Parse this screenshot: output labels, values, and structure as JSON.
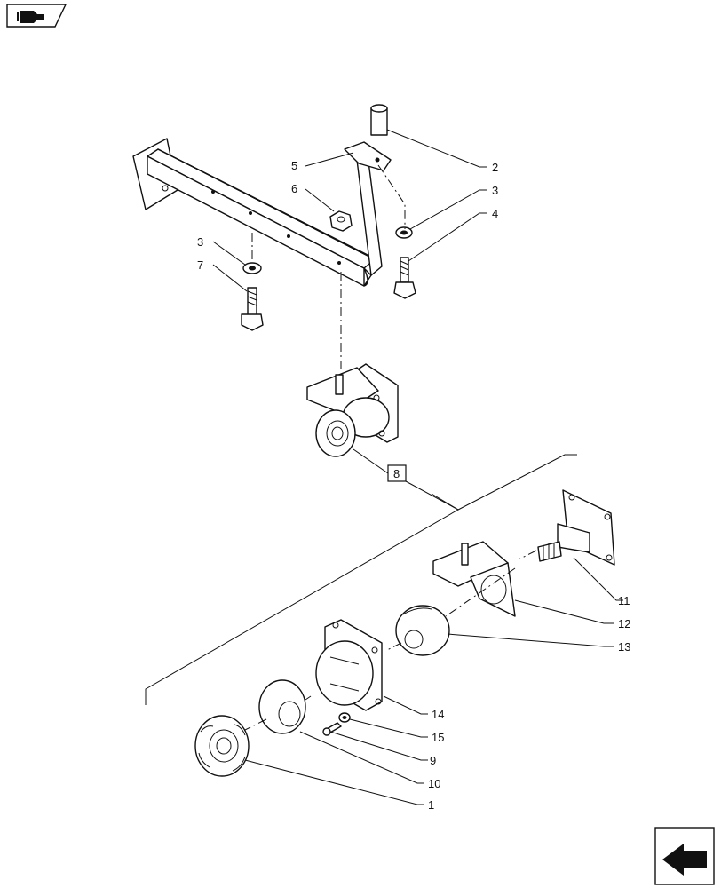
{
  "callouts": {
    "c1": "1",
    "c2": "2",
    "c3a": "3",
    "c3b": "3",
    "c4": "4",
    "c5": "5",
    "c6": "6",
    "c7": "7",
    "c8": "8",
    "c9": "9",
    "c10": "10",
    "c11": "11",
    "c12": "12",
    "c13": "13",
    "c14": "14",
    "c15": "15"
  },
  "icons": {
    "top_left": "book-arrow-icon",
    "bottom_right": "next-page-arrow-icon"
  }
}
